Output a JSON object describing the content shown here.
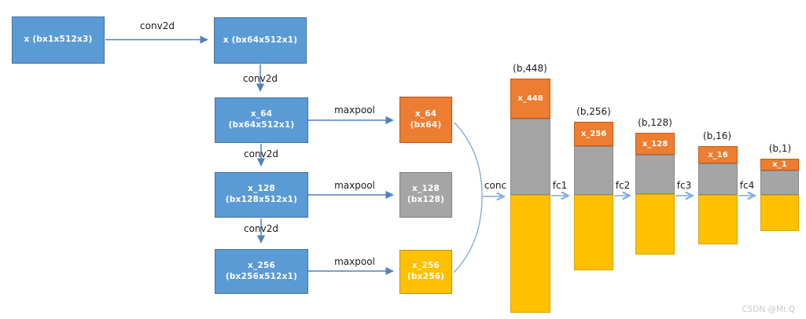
{
  "nodes": {
    "input": {
      "line1": "x (bx1x512x3)"
    },
    "conv1": {
      "line1": "x (bx64x512x1)"
    },
    "conv2": {
      "line1": "x_64",
      "line2": "(bx64x512x1)"
    },
    "conv3": {
      "line1": "x_128",
      "line2": "(bx128x512x1)"
    },
    "conv4": {
      "line1": "x_256",
      "line2": "(bx256x512x1)"
    },
    "pool64": {
      "line1": "x_64",
      "line2": "(bx64)"
    },
    "pool128": {
      "line1": "x_128",
      "line2": "(bx128)"
    },
    "pool256": {
      "line1": "x_256",
      "line2": "(bx256)"
    }
  },
  "edge_labels": {
    "conv2d_1": "conv2d",
    "conv2d_2": "conv2d",
    "conv2d_3": "conv2d",
    "conv2d_4": "conv2d",
    "maxpool_1": "maxpool",
    "maxpool_2": "maxpool",
    "maxpool_3": "maxpool",
    "conc": "conc",
    "fc1": "fc1",
    "fc2": "fc2",
    "fc3": "fc3",
    "fc4": "fc4"
  },
  "bars": [
    {
      "header": "(b,448)",
      "label": "x_448"
    },
    {
      "header": "(b,256)",
      "label": "x_256"
    },
    {
      "header": "(b,128)",
      "label": "x_128"
    },
    {
      "header": "(b,16)",
      "label": "x_16"
    },
    {
      "header": "(b,1)",
      "label": "x_1"
    }
  ],
  "watermark": "CSDN @Mr.Q",
  "colors": {
    "blue": "#5B9BD5",
    "blue_border": "#41719C",
    "orange": "#ED7D31",
    "orange_border": "#AE5A21",
    "gray": "#A5A5A5",
    "gray_border": "#7F7F7F",
    "yellow": "#FFC000",
    "yellow_border": "#BF9000",
    "arrow_dark": "#4E81BD",
    "arrow_light": "#7FABDB"
  }
}
